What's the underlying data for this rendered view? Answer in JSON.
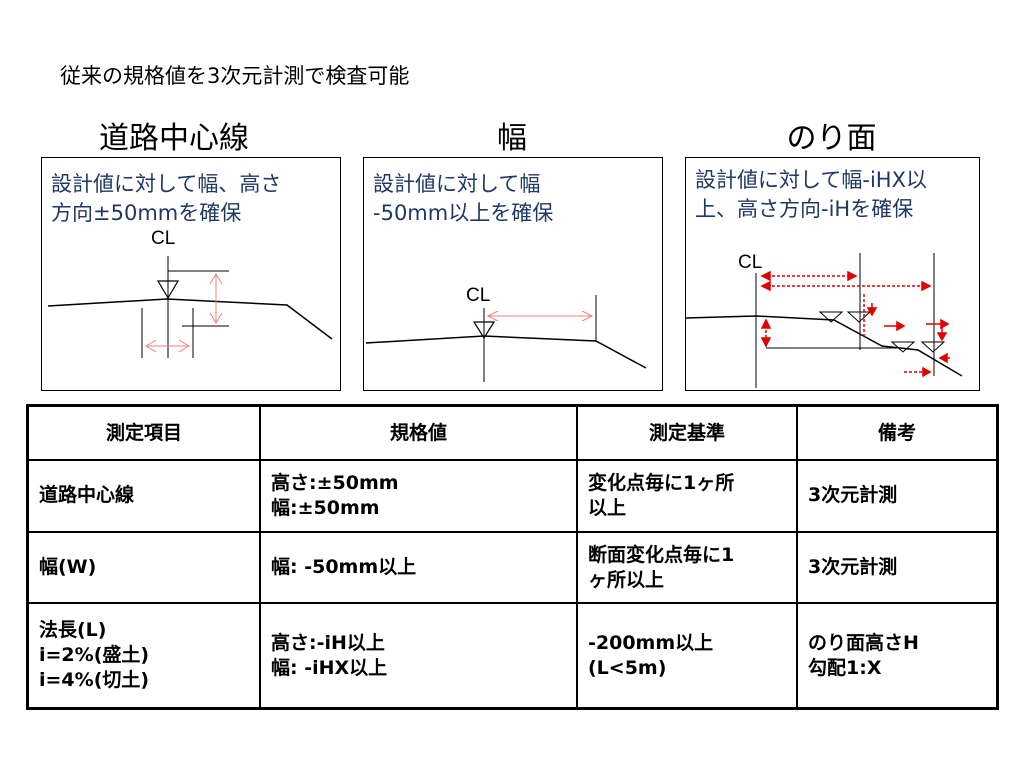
{
  "subtitle": "従来の規格値を3次元計測で検査可能",
  "panels": [
    {
      "heading": "道路中心線",
      "lines": [
        "設計値に対して幅、高さ",
        "方向±50mmを確保"
      ],
      "cl_label": "CL"
    },
    {
      "heading": "幅",
      "lines": [
        "設計値に対して幅",
        "-50mm以上を確保"
      ],
      "cl_label": "CL"
    },
    {
      "heading": "のり面",
      "lines": [
        "設計値に対して幅-iHX以",
        "上、高さ方向-iHを確保"
      ],
      "cl_label": "CL"
    }
  ],
  "table": {
    "headers": [
      "測定項目",
      "規格値",
      "測定基準",
      "備考"
    ],
    "rows": [
      {
        "item": [
          "道路中心線"
        ],
        "spec": [
          "高さ:±50mm",
          "幅:±50mm"
        ],
        "basis": [
          "変化点毎に1ヶ所",
          "以上"
        ],
        "note": [
          "3次元計測"
        ]
      },
      {
        "item": [
          "幅(W)"
        ],
        "spec": [
          "幅: -50mm以上"
        ],
        "basis": [
          "断面変化点毎に1",
          "ヶ所以上"
        ],
        "note": [
          "3次元計測"
        ]
      },
      {
        "item": [
          "法長(L)",
          "i=2%(盛土)",
          "i=4%(切土)"
        ],
        "spec": [
          "高さ:-iH以上",
          "幅: -iHX以上"
        ],
        "basis": [
          "-200mm以上",
          "(L<5m)"
        ],
        "note": [
          "のり面高さH",
          "勾配1:X"
        ]
      }
    ]
  },
  "colors": {
    "text_blue": "#1f3864",
    "arrow_red": "#e00000",
    "dim_pink": "#f08080"
  }
}
